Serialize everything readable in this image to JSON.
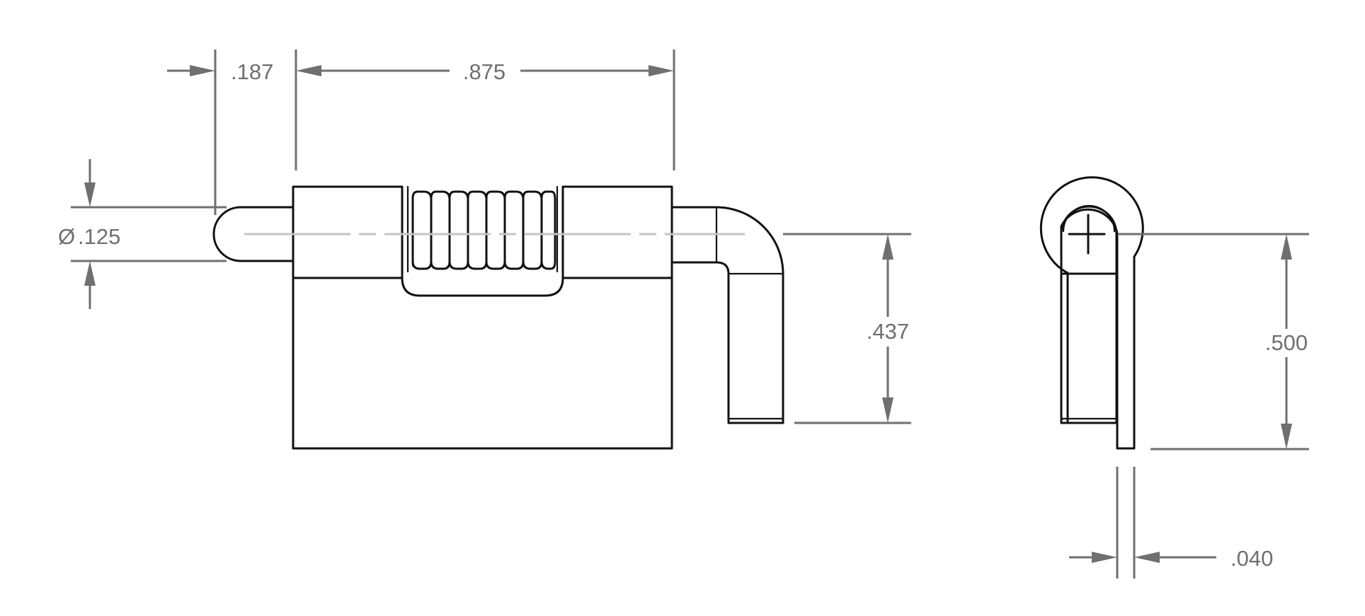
{
  "dimensions": {
    "offset_187": ".187",
    "length_875": ".875",
    "diameter_symbol": "Ø",
    "diameter_125": ".125",
    "height_437": ".437",
    "height_500": ".500",
    "thickness_040": ".040"
  },
  "colors": {
    "part_outline": "#111111",
    "dimension_lines": "#6f6f6f",
    "centerline": "#c4c4c4",
    "background": "#ffffff"
  }
}
